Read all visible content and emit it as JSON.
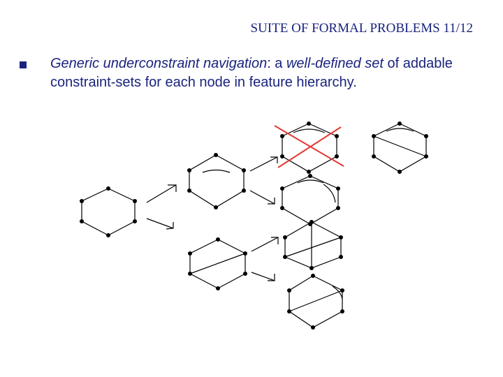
{
  "slide": {
    "title": "SUITE OF FORMAL PROBLEMS 11/12"
  },
  "bullet": {
    "term": "Generic underconstraint navigation",
    "sep": ": a ",
    "phrase": "well-defined set",
    "rest": " of addable constraint-sets for each node in feature hierarchy."
  },
  "colors": {
    "text": "#1a237e",
    "rejected_cross": "#e53935",
    "lines": "#000000"
  }
}
